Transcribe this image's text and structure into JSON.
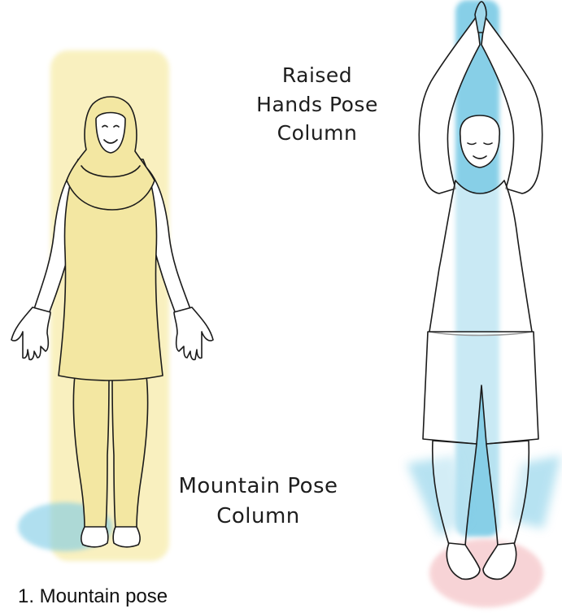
{
  "illustration": {
    "caption": "1. Mountain pose",
    "labels": {
      "raised_hands": [
        "Raised",
        "Hands Pose",
        "Column"
      ],
      "mountain": [
        "Mountain Pose",
        "Column"
      ]
    },
    "colors": {
      "mountain_column": "#f7ecaa",
      "raised_column": "#5ebfe0",
      "ground_blue": "#7ccbe6",
      "feet_pink": "#f6c9cc",
      "ink": "#1b1b1b",
      "skin": "#ffffff"
    },
    "figures": [
      "woman-in-hijab-mountain-pose",
      "man-raised-hands-pose"
    ]
  }
}
